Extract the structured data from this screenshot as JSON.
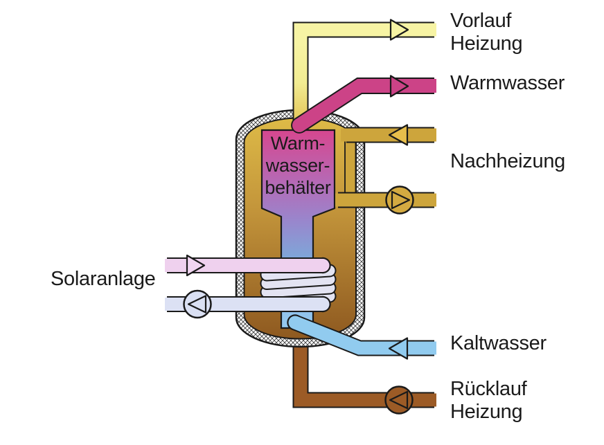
{
  "labels": {
    "vorlauf_heizung": {
      "line1": "Vorlauf",
      "line2": "Heizung"
    },
    "warmwasser": "Warmwasser",
    "nachheizung": "Nachheizung",
    "solaranlage": "Solaranlage",
    "kaltwasser": "Kaltwasser",
    "ruecklauf_heizung": {
      "line1": "Rücklauf",
      "line2": "Heizung"
    }
  },
  "tank_label": {
    "line1": "Warm-",
    "line2": "wasser-",
    "line3": "behälter"
  },
  "colors": {
    "outline": "#1a1a1a",
    "vorlauf_light": "#F7F4A4",
    "vorlauf_dark": "#E0BC4A",
    "warmwasser": "#CC4387",
    "nachheizung": "#CDA53C",
    "nachheizung_arrow": "#E7BE4B",
    "nachheizung_pump": "#D4AA41",
    "kaltwasser": "#91CBEF",
    "ruecklauf": "#9C5B26",
    "solar_supply": "#EFD1EE",
    "solar_supply_arrow": "#F1D6F1",
    "solar_return": "#DCE1F4",
    "solar_pump": "#DAE0F3",
    "coil": "#E3E3F2",
    "tank_top": "#DDBA47",
    "tank_mid": "#C4963B",
    "tank_bottom": "#8E5920",
    "vessel_top": "#D6478F",
    "vessel_mid": "#9887CD",
    "vessel_bottom": "#96CBF1",
    "insulation_bg": "#FFFFFF"
  }
}
